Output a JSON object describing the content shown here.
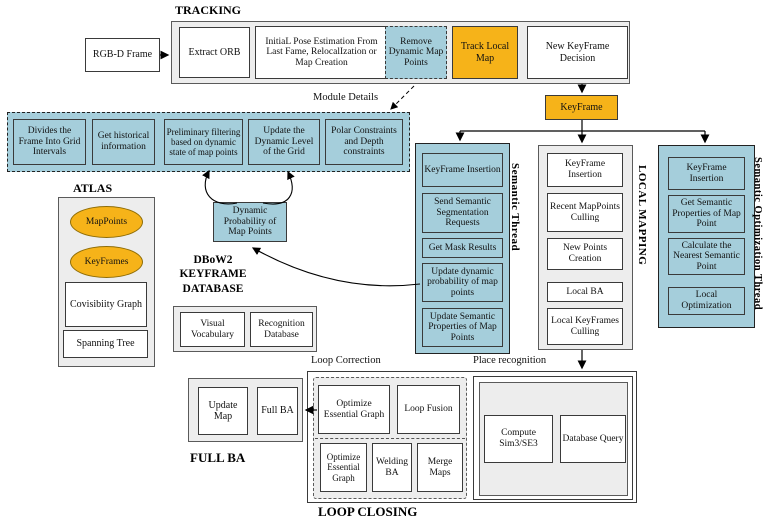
{
  "colors": {
    "teal": "#a5cedb",
    "orange": "#f6b319",
    "gray": "#ededed"
  },
  "tracking": {
    "title": "TRACKING",
    "input_label": "RGB-D Frame",
    "steps": [
      "Extract ORB",
      "InitiaL Pose Estimation From Last Fame, RelocalIzation or Map Creation",
      "Remove Dynamic Map Points",
      "Track Local Map",
      "New KeyFrame Decision"
    ]
  },
  "module_details": {
    "label": "Module Details",
    "steps": [
      "Divides the Frame Into Grid Intervals",
      "Get historical information",
      "Preliminary filtering based on dynamic state of map points",
      "Update the Dynamic Level of the Grid",
      "Polar Constraints and Depth constraints"
    ]
  },
  "keyframe_label": "KeyFrame",
  "atlas": {
    "title": "ATLAS",
    "ellipses": [
      "MapPoints",
      "KeyFrames"
    ],
    "boxes": [
      "Covisibiity Graph",
      "Spanning Tree"
    ]
  },
  "dynamic_probability_label": "Dynamic Probability of Map Points",
  "keyframe_database": {
    "title": "DBoW2\nKEYFRAME\nDATABASE",
    "boxes": [
      "Visual Vocabulary",
      "Recognition Database"
    ]
  },
  "semantic_thread": {
    "label": "Semantic Thread",
    "steps": [
      "KeyFrame Insertion",
      "Send Semantic Segmentation Requests",
      "Get Mask Results",
      "Update dynamic probability of map points",
      "Update Semantic Properties of Map Points"
    ]
  },
  "local_mapping": {
    "label": "LOCAL MAPPING",
    "steps": [
      "KeyFrame Insertion",
      "Recent MapPoints Culling",
      "New Points Creation",
      "Local BA",
      "Local KeyFrames Culling"
    ]
  },
  "semantic_optimization": {
    "label": "Semantic Optimization Thread",
    "steps": [
      "KeyFrame Insertion",
      "Get Semantic Properties of Map Point",
      "Calculate the Nearest Semantic Point",
      "Local Optimization"
    ]
  },
  "full_ba": {
    "title": "FULL BA",
    "boxes": [
      "Update Map",
      "Full BA"
    ]
  },
  "loop_closing": {
    "title": "LOOP CLOSING",
    "loop_correction_label": "Loop Correction",
    "place_recognition_label": "Place recognition",
    "correction_top": [
      "Optimize Essential Graph",
      "Loop Fusion"
    ],
    "correction_bottom": [
      "Optimize Essential Graph",
      "Welding BA",
      "Merge Maps"
    ],
    "place_recognition_boxes": [
      "Compute Sim3/SE3",
      "Database Query"
    ]
  }
}
